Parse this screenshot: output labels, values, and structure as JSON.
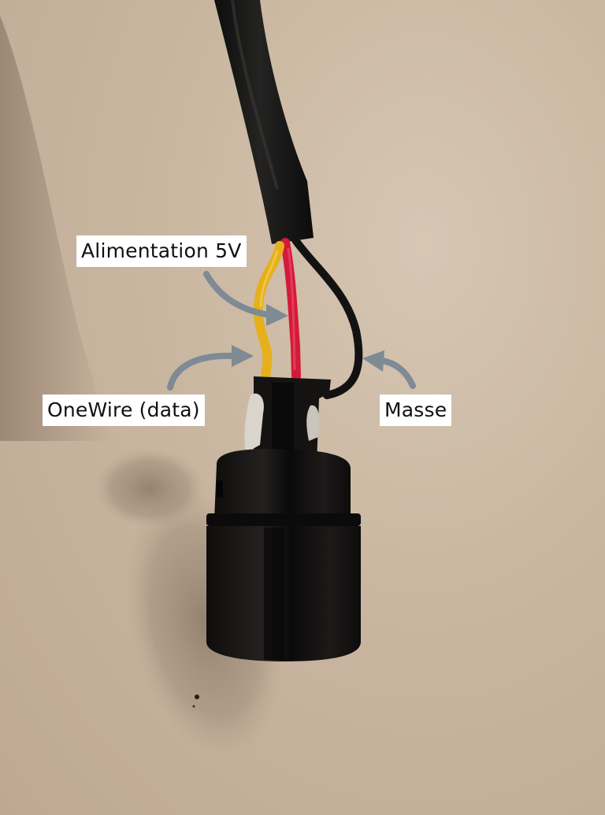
{
  "image": {
    "subject": "three-wire sensor cable soldered to black connector",
    "background_color": "#c9b6a0",
    "wire_colors": {
      "cable_jacket": "#141414",
      "yellow": "#e8b41c",
      "red": "#d81c3c",
      "black": "#151515"
    },
    "arrow_color": "#7e8a94"
  },
  "annotations": {
    "power": {
      "text": "Alimentation 5V",
      "target": "red wire"
    },
    "data": {
      "text": "OneWire (data)",
      "target": "yellow wire"
    },
    "ground": {
      "text": "Masse",
      "target": "black wire"
    }
  }
}
